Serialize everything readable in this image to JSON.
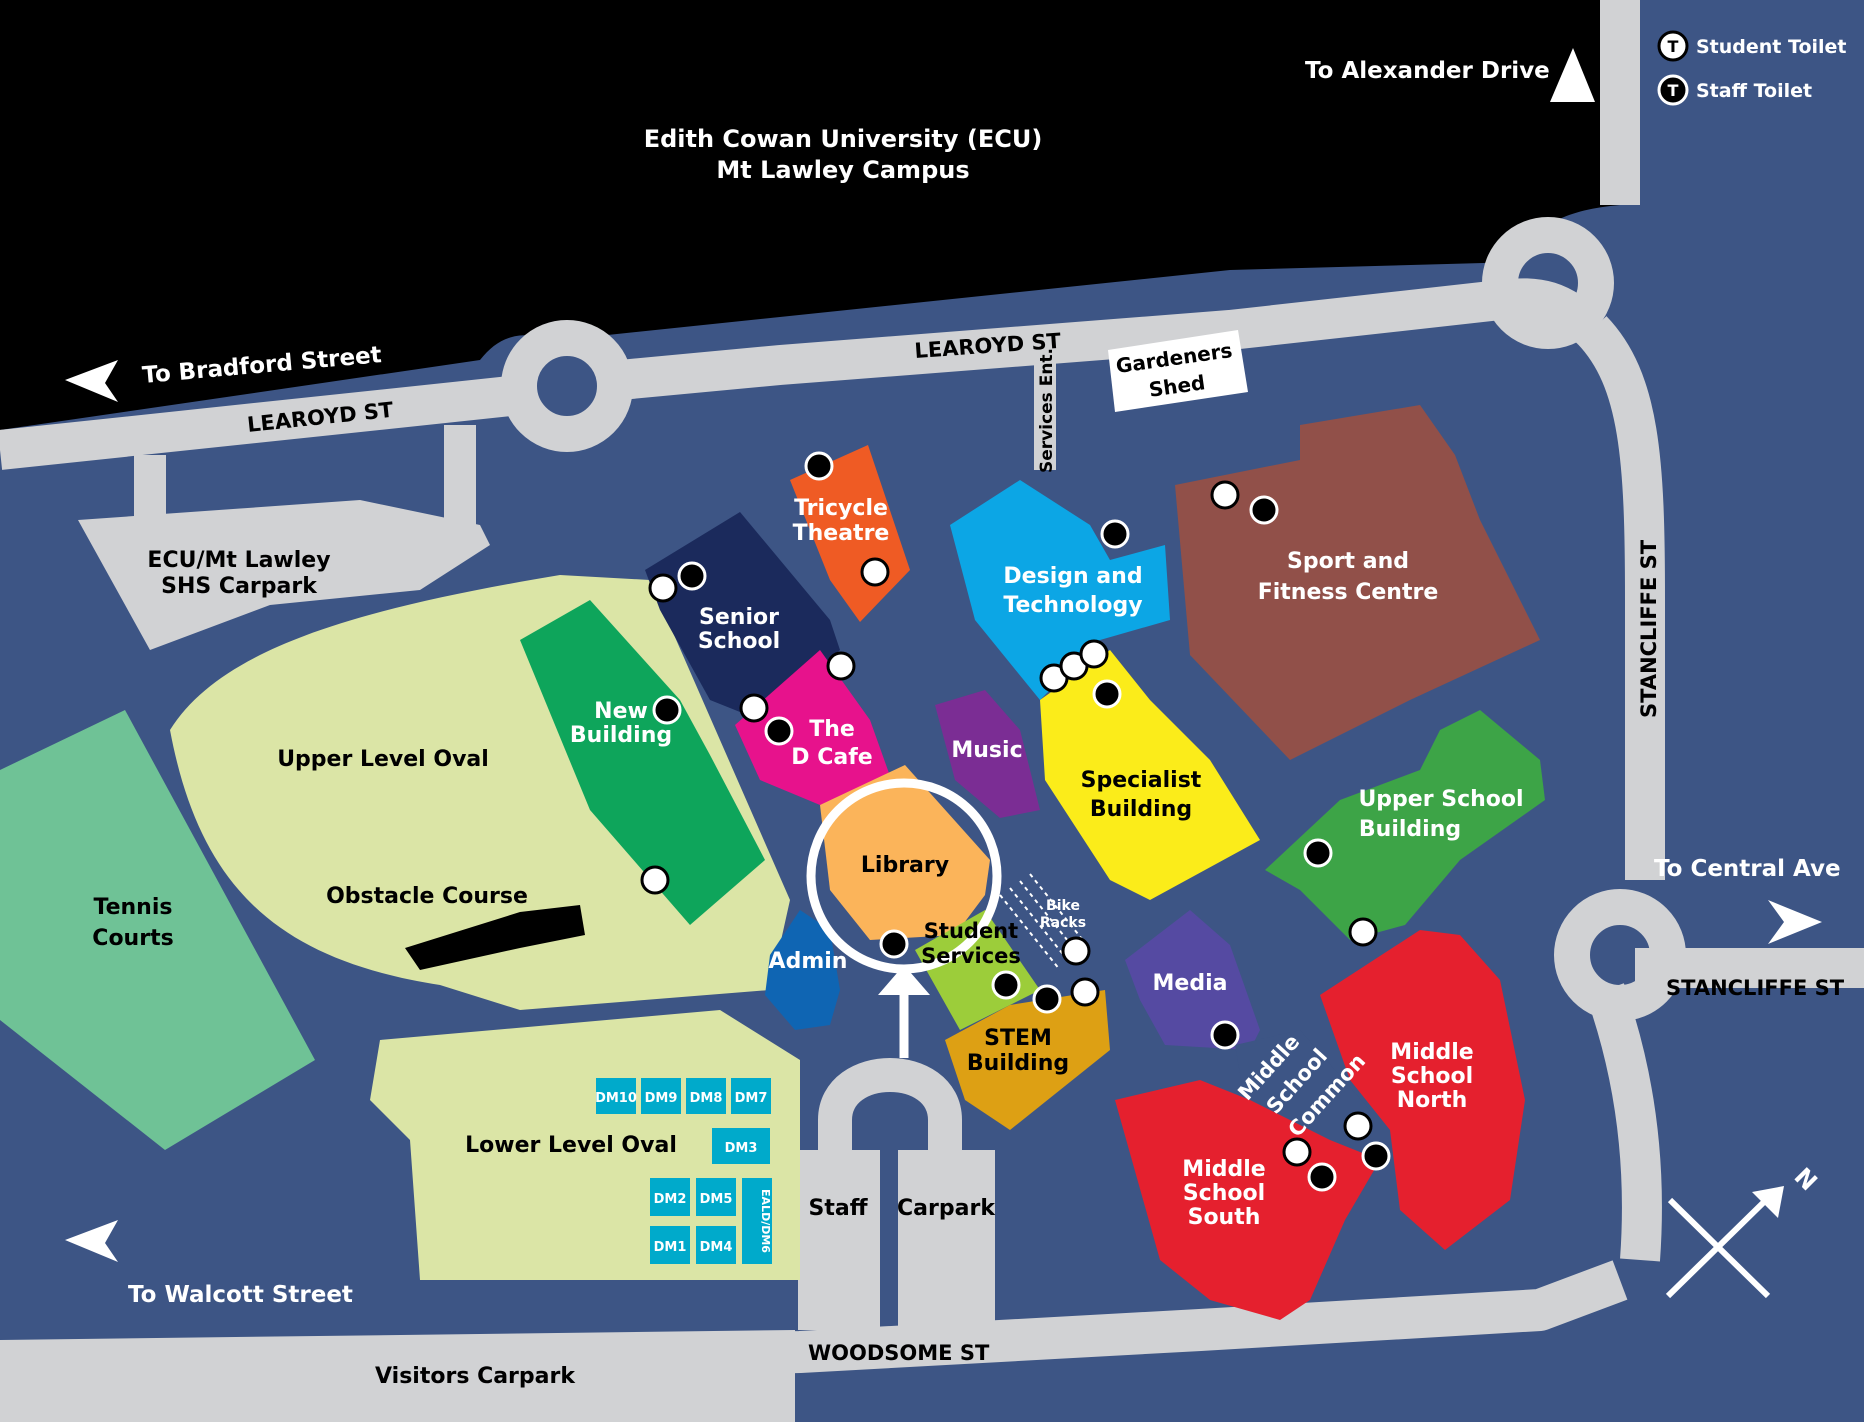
{
  "title": {
    "line1": "Edith Cowan University (ECU)",
    "line2": "Mt Lawley Campus"
  },
  "legend": {
    "student_toilet": "Student Toilet",
    "staff_toilet": "Staff Toilet",
    "toilet_symbol": "T"
  },
  "directions": {
    "alexander": "To Alexander Drive",
    "bradford": "To Bradford Street",
    "central": "To Central Ave",
    "walcott": "To Walcott Street"
  },
  "streets": {
    "learoyd_west": "LEAROYD ST",
    "learoyd_east": "LEAROYD ST",
    "stancliffe_vertical": "STANCLIFFE ST",
    "stancliffe_horizontal": "STANCLIFFE ST",
    "woodsome": "WOODSOME ST",
    "services_ent": "Services Ent."
  },
  "areas": {
    "ecu_carpark": [
      "ECU/Mt Lawley",
      "SHS Carpark"
    ],
    "gardeners_shed": [
      "Gardeners",
      "Shed"
    ],
    "upper_oval": "Upper Level Oval",
    "obstacle_course": "Obstacle Course",
    "tennis_courts": [
      "Tennis",
      "Courts"
    ],
    "lower_oval": "Lower Level Oval",
    "staff": "Staff",
    "carpark": "Carpark",
    "visitors_carpark": "Visitors Carpark",
    "bike_racks": [
      "Bike",
      "Racks"
    ]
  },
  "buildings": {
    "tricycle_theatre": [
      "Tricycle",
      "Theatre"
    ],
    "senior_school": [
      "Senior",
      "School"
    ],
    "new_building": [
      "New",
      "Building"
    ],
    "d_cafe": [
      "The",
      "D Cafe"
    ],
    "music": "Music",
    "design_tech": [
      "Design and",
      "Technology"
    ],
    "sport_fitness": [
      "Sport and",
      "Fitness Centre"
    ],
    "specialist": [
      "Specialist",
      "Building"
    ],
    "library": "Library",
    "admin": "Admin",
    "student_services": [
      "Student",
      "Services"
    ],
    "stem": [
      "STEM",
      "Building"
    ],
    "upper_school": [
      "Upper School",
      "Building"
    ],
    "media": "Media",
    "middle_common": [
      "Middle",
      "School",
      "Common"
    ],
    "middle_north": [
      "Middle",
      "School",
      "North"
    ],
    "middle_south": [
      "Middle",
      "School",
      "South"
    ]
  },
  "demountables": [
    "DM10",
    "DM9",
    "DM8",
    "DM7",
    "DM3",
    "DM2",
    "DM5",
    "DM1",
    "DM4",
    "EALD/DM6"
  ],
  "compass": "N",
  "colors": {
    "background": "#3d5585",
    "road": "#d1d2d4",
    "ecu": "#000000",
    "oval": "#dbe5a6",
    "tennis": "#6fc296",
    "tricycle": "#ef5b24",
    "senior": "#1b2a5c",
    "new_building": "#0ea55b",
    "d_cafe": "#e7128c",
    "music": "#7b2d94",
    "design": "#0ca6e5",
    "sport": "#915049",
    "specialist": "#fbec1a",
    "library": "#fbb45a",
    "admin": "#0f65b3",
    "student_services": "#9ccd3a",
    "stem": "#dda014",
    "upper_school": "#3da447",
    "media": "#554aa2",
    "middle": "#e5202e",
    "demountable": "#00aacb"
  }
}
